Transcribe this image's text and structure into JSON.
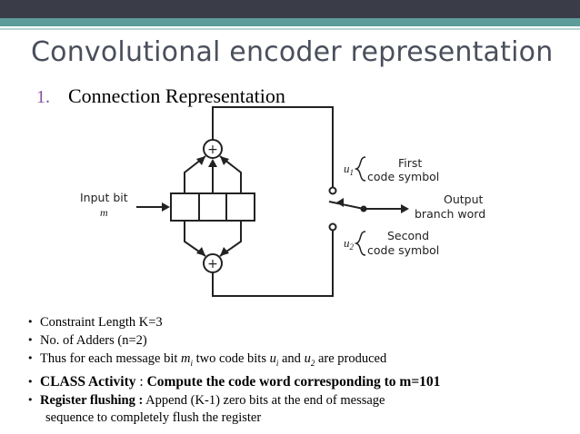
{
  "slide": {
    "title": "Convolutional encoder representation",
    "subtitle_number": "1.",
    "subtitle": "Connection Representation"
  },
  "diagram": {
    "input_label": "Input bit",
    "input_var": "m",
    "u1": "u",
    "u1_sub": "1",
    "u2": "u",
    "u2_sub": "2",
    "first_line1": "First",
    "first_line2": "code symbol",
    "second_line1": "Second",
    "second_line2": "code symbol",
    "output_line1": "Output",
    "output_line2": "branch word",
    "adder_symbol": "+"
  },
  "bullets": {
    "b1": "Constraint Length K=3",
    "b2": "No. of Adders (n=2)",
    "b3_pre": "Thus for each message bit ",
    "b3_mi": "m",
    "b3_mi_sub": "i",
    "b3_mid": " two code bits ",
    "b3_u1": "u",
    "b3_u1_sub": "i",
    "b3_and": " and ",
    "b3_u2": "u",
    "b3_u2_sub": "2",
    "b3_post": " are produced",
    "b4_label": "CLASS Activity",
    "b4_sep": " :  ",
    "b4_text": "Compute the code word corresponding to m=101",
    "b5_label": "Register flushing :",
    "b5_text": " Append (K-1) zero bits at the end of message",
    "b5_cont": "sequence to completely flush the register",
    "bullet_glyph": "•"
  }
}
